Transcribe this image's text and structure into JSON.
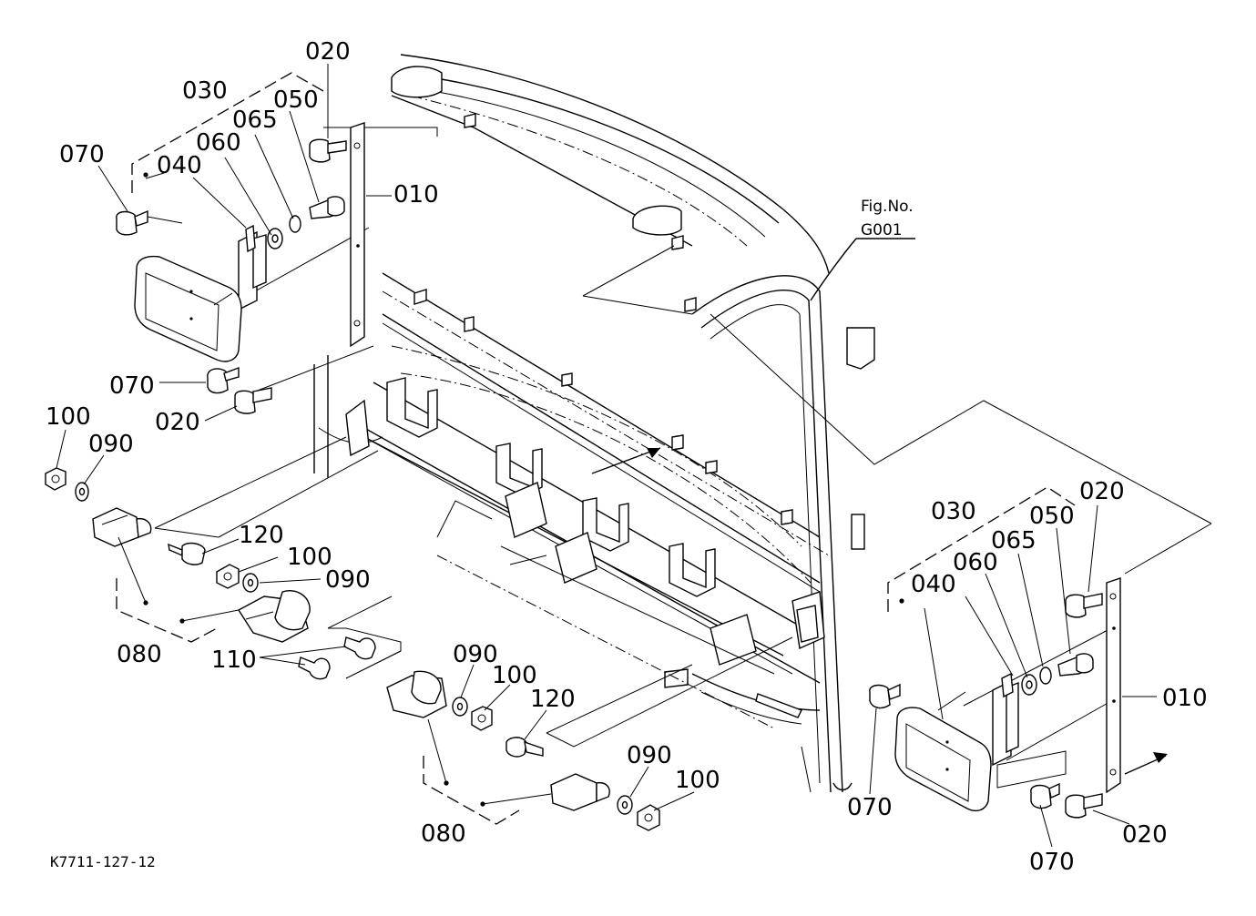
{
  "figure_ref": {
    "line1": "Fig.No.",
    "line2": "G001"
  },
  "drawing_code": "K7711-127-12",
  "labels": {
    "l020_a": "020",
    "l030_a": "030",
    "l065_a": "065",
    "l050_a": "050",
    "l060_a": "060",
    "l070_a": "070",
    "l040_a": "040",
    "l010_a": "010",
    "l070_b": "070",
    "l020_b": "020",
    "l100_a": "100",
    "l090_a": "090",
    "l120_a": "120",
    "l100_b": "100",
    "l090_b": "090",
    "l080_a": "080",
    "l110": "110",
    "l090_c": "090",
    "l100_c": "100",
    "l120_b": "120",
    "l080_b": "080",
    "l090_d": "090",
    "l100_d": "100",
    "l030_b": "030",
    "l020_c": "020",
    "l050_b": "050",
    "l065_b": "065",
    "l060_b": "060",
    "l040_b": "040",
    "l010_b": "010",
    "l070_c": "070",
    "l070_d": "070",
    "l020_d": "020"
  }
}
